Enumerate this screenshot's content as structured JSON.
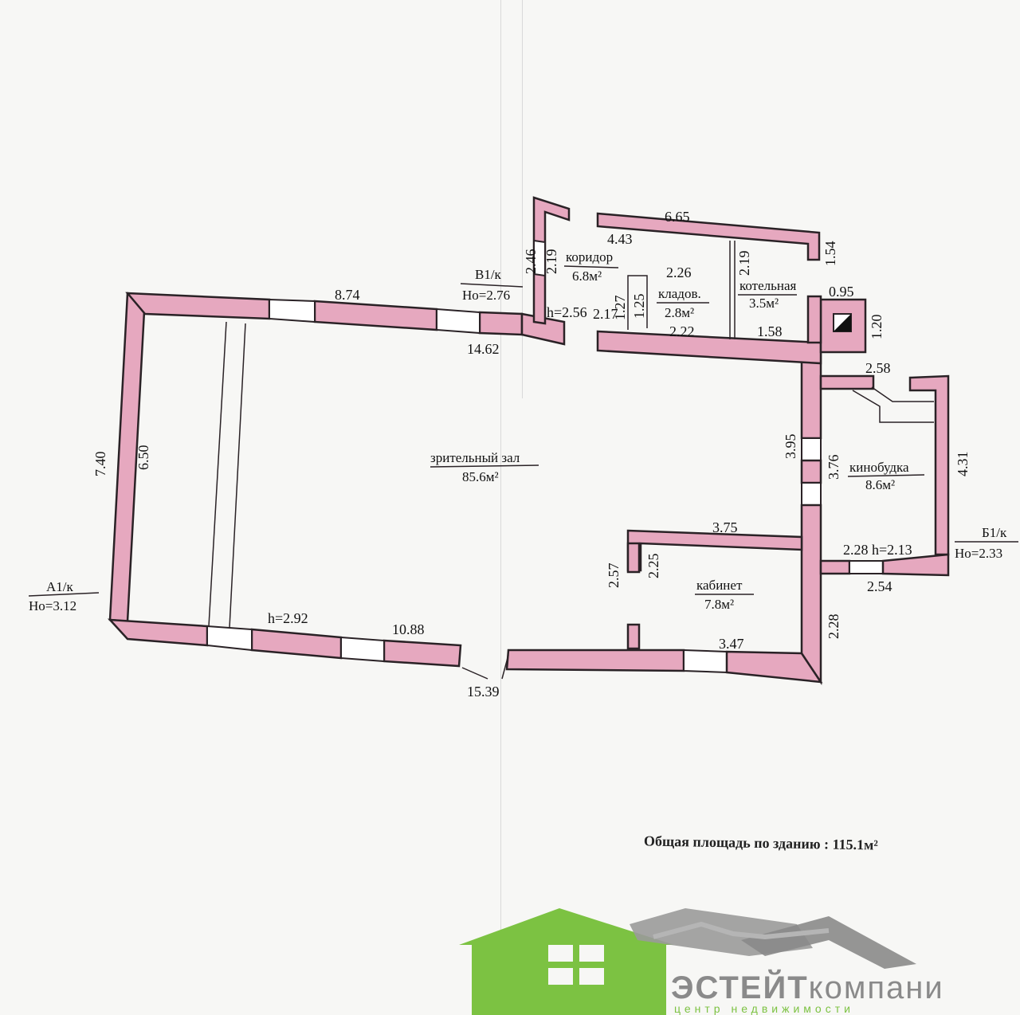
{
  "plan": {
    "rooms": [
      {
        "id": "hall",
        "name": "зрительный зал",
        "area": "85.6м²"
      },
      {
        "id": "corridor",
        "name": "коридор",
        "area": "6.8м²"
      },
      {
        "id": "storage",
        "name": "кладов.",
        "area": "2.8м²"
      },
      {
        "id": "boiler",
        "name": "котельная",
        "area": "3.5м²"
      },
      {
        "id": "projection",
        "name": "кинобудка",
        "area": "8.6м²"
      },
      {
        "id": "office",
        "name": "кабинет",
        "area": "7.8м²"
      }
    ],
    "sections": [
      {
        "id": "a",
        "name": "А1/к",
        "height": "Но=3.12"
      },
      {
        "id": "v",
        "name": "В1/к",
        "height": "Но=2.76"
      },
      {
        "id": "b",
        "name": "Б1/к",
        "height": "Но=2.33"
      }
    ],
    "dimensions": [
      "8.74",
      "14.62",
      "7.40",
      "6.50",
      "h=2.92",
      "10.88",
      "15.39",
      "h=2.56",
      "2.46",
      "2.19",
      "6.65",
      "4.43",
      "1.54",
      "2.26",
      "1.27",
      "1.25",
      "2.17",
      "2.22",
      "2.19",
      "1.58",
      "0.95",
      "1.20",
      "2.58",
      "3.95",
      "3.76",
      "4.31",
      "3.75",
      "2.57",
      "2.25",
      "2.28 h=2.13",
      "2.54",
      "2.28",
      "3.47"
    ],
    "total_area": "Общая площадь по зданию : 115.1м²"
  },
  "logo": {
    "name_part1": "ЭСТЕЙТ",
    "name_part2": "компани",
    "tagline": "центр недвижимости",
    "green": "#7cc242",
    "gray": "#8a8a8a"
  },
  "colors": {
    "wall": "#e6a8bf",
    "paper": "#f7f7f5"
  }
}
